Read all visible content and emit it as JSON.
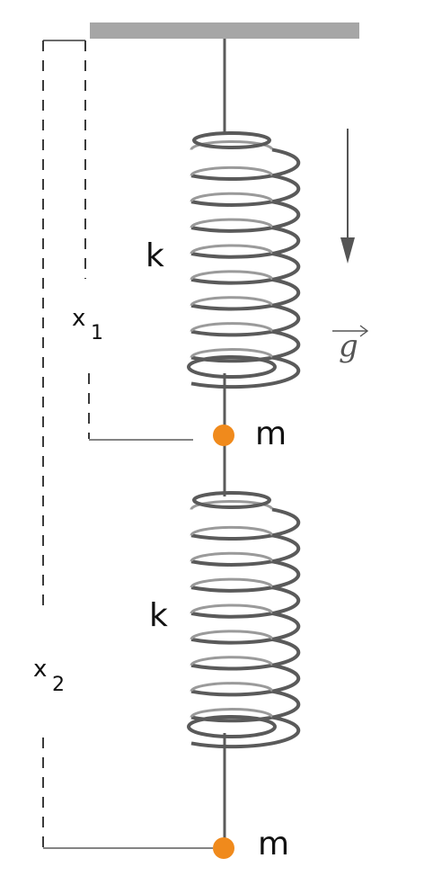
{
  "diagram": {
    "spring_upper_label": "k",
    "spring_lower_label": "k",
    "mass_upper_label": "m",
    "mass_lower_label": "m",
    "distance_1": {
      "base": "x",
      "sub": "1"
    },
    "distance_2": {
      "base": "x",
      "sub": "2"
    },
    "gravity_label": "g"
  },
  "colors": {
    "ceiling": "#a6a6a6",
    "spring": "#5a5a5a",
    "mass": "#f08a1c",
    "dashed": "#3a3a3a",
    "arrow": "#555555"
  }
}
